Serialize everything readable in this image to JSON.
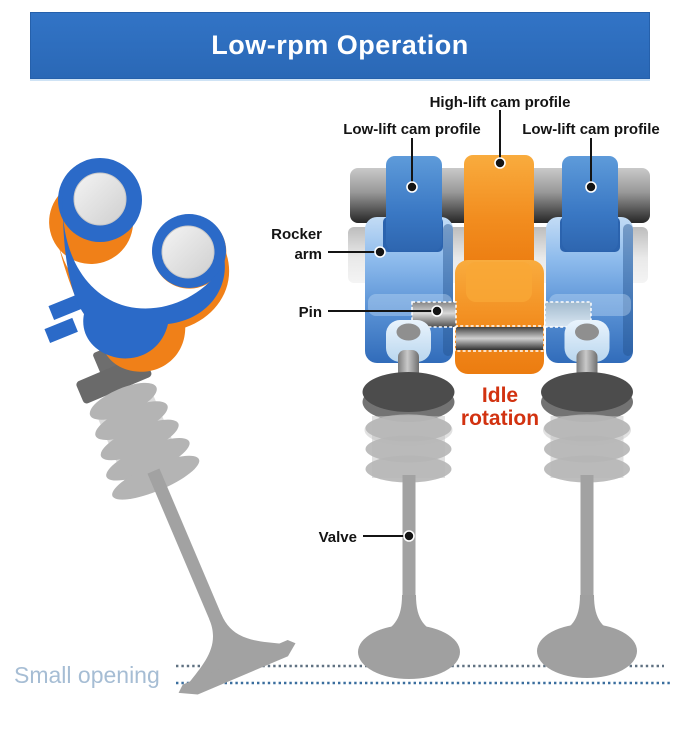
{
  "header": {
    "title": "Low-rpm Operation",
    "bg_color": "#2d6ebc",
    "text_color": "#ffffff"
  },
  "labels": {
    "high_lift_cam_profile": "High-lift cam profile",
    "low_lift_cam_profile_left": "Low-lift cam profile",
    "low_lift_cam_profile_right": "Low-lift cam profile",
    "rocker_arm": "Rocker arm",
    "pin": "Pin",
    "valve": "Valve",
    "idle_rotation": "Idle rotation",
    "small_opening": "Small opening"
  },
  "colors": {
    "header_blue": "#2d6ebc",
    "cam_blue": "#3a78c4",
    "rocker_light_blue": "#8cbaec",
    "high_lift_orange": "#f28d1f",
    "idle_rotation_red": "#d23210",
    "small_opening_gray_blue": "#a6bdd4",
    "metal_gray": "#9e9e9e",
    "label_black": "#141414",
    "seat_line_upper": "#5f7181",
    "seat_line_lower": "#3a6e9e"
  }
}
